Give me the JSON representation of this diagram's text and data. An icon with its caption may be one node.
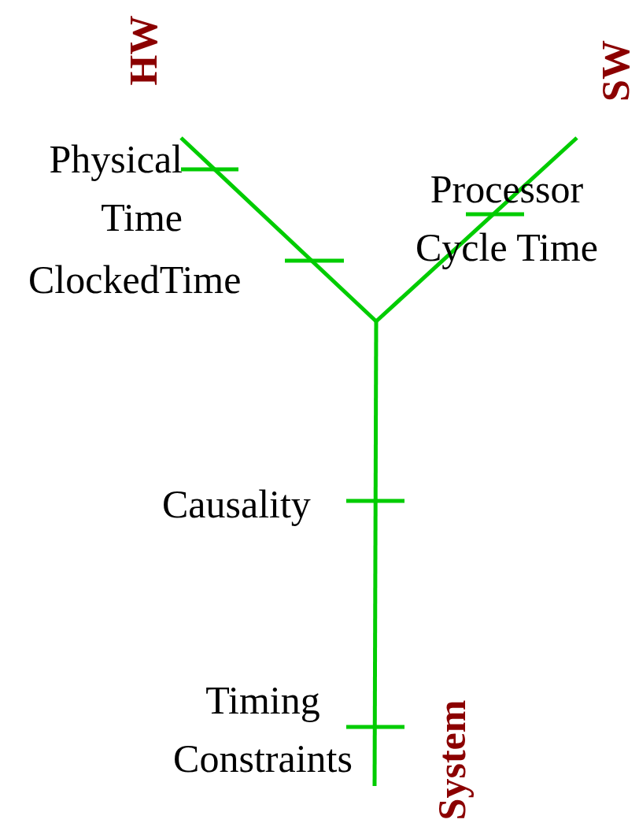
{
  "diagram": {
    "labels": [
      "HW",
      "SW",
      "Physical Time",
      "Processor Cycle Time",
      "ClockedTime",
      "Causality",
      "Timing Constraints",
      "System"
    ]
  }
}
